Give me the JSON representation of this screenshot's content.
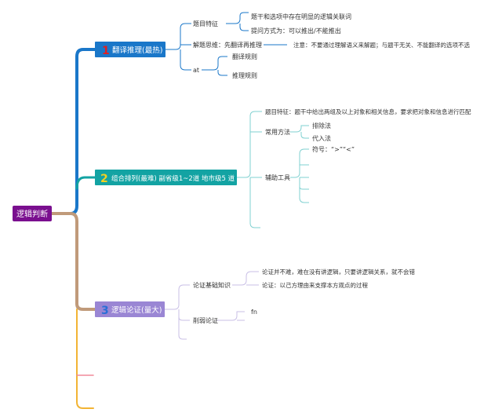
{
  "root": {
    "label": "逻辑判断",
    "color": "#7a0f8f"
  },
  "branches": {
    "b1": {
      "number": "1",
      "title": "翻译推理(最热)",
      "box_color": "#1a77c9",
      "number_color": "#e02020",
      "line_color": "#1a77c9",
      "children": {
        "c1": {
          "label": "题目特征",
          "items": [
            "题干和选项中存在明显的逻辑关联词",
            "提问方式为：可以推出/不能推出"
          ]
        },
        "c2": {
          "label": "解题思维：先翻译再推理",
          "note": "注意：不要通过理解语义来解题；与题干无关、不能翻译的选项不选"
        },
        "c3": {
          "label": "at",
          "items": [
            "翻译规则",
            "推理规则"
          ]
        }
      }
    },
    "b2": {
      "number": "2",
      "title": "组合排列(最难) 副省级1~2道 地市级5 道",
      "box_color": "#13a3a3",
      "number_color": "#f5d020",
      "line_color": "#13a3a3",
      "children": {
        "c1": {
          "label": "题目特征：题干中给出两组及以上对象和相关信息，要求把对象和信息进行匹配"
        },
        "c2": {
          "label": "常用方法",
          "items": [
            "排除法",
            "代入法"
          ]
        },
        "c3": {
          "label": "辅助工具",
          "items": [
            "符号：“>”“<”"
          ]
        }
      }
    },
    "b3": {
      "number": "3",
      "title": "逻辑论证(量大)",
      "box_color": "#9a86d4",
      "number_color": "#2a6fd6",
      "line_color": "#c09a7a",
      "children": {
        "c1": {
          "label": "论证基础知识",
          "items": [
            "论证并不难，难在没有讲逻辑，只要讲逻辑关系，就不会错",
            "论证：以己方理由来支撑本方观点的过程"
          ]
        },
        "c2": {
          "label": "削弱论证",
          "items": [
            "fn"
          ]
        }
      }
    }
  },
  "colors": {
    "b1_sub": "#1a77c9",
    "b2_sub": "#7fd0d0",
    "b3_sub": "#c9bfe6",
    "extra_orange": "#f2b434",
    "extra_pink": "#f08a9a"
  }
}
